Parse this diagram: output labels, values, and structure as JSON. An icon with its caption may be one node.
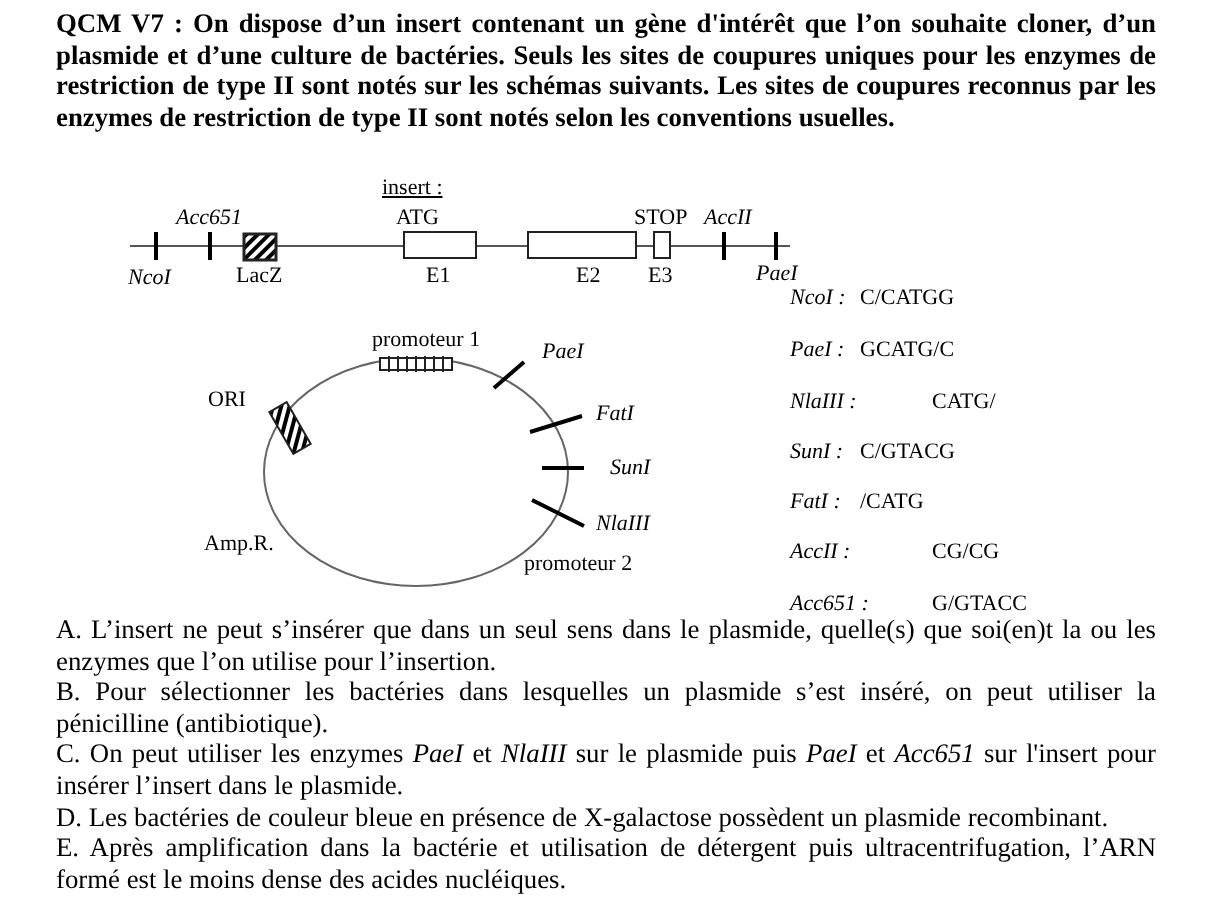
{
  "diagram": {
    "title": "QCM V7 : On dispose d’un insert contenant un gène d'intérêt que l’on souhaite cloner, d’un plasmide et d’une culture de bactéries. Seuls les sites de coupures uniques pour les enzymes de restriction de type II sont notés sur les schémas suivants. Les sites de coupures reconnus par les enzymes de restriction de type II sont notés selon les conventions usuelles.",
    "nodes": [
      {
        "text": [
          "LacZ"
        ]
      },
      {
        "text": [
          "E1"
        ],
        "beside": [
          "ATG"
        ]
      },
      {
        "text": [
          "E2"
        ]
      },
      {
        "text": [
          "E3"
        ],
        "beside": [
          "STOP"
        ]
      },
      {
        "text": [
          "promoteur 1"
        ]
      },
      {
        "text": [
          "ORI"
        ]
      }
    ],
    "labels": [
      "insert :",
      "Acc651",
      "AccII",
      "NcoI",
      "PaeI",
      "PaeI",
      "FatI",
      "SunI",
      "NlaIII",
      "Amp.R.",
      "promoteur 2",
      "NcoI :",
      "C/CATGG",
      "PaeI :",
      "GCATG/C",
      "NlaIII :",
      "CATG/",
      "SunI :",
      "C/GTACG",
      "FatI :",
      "/CATG",
      "AccII :",
      "CG/CG",
      "Acc651 :",
      "G/GTACC",
      "A. L’insert ne peut s’insérer que dans un seul sens dans le plasmide, quelle(s) que soi(en)t la ou les enzymes que l’on utilise pour l’insertion.",
      "B. Pour sélectionner les bactéries dans lesquelles un plasmide s’est inséré, on peut utiliser la pénicilline (antibiotique).",
      "C. On peut utiliser les enzymes *PaeI* et *NlaIII* sur le plasmide puis *PaeI* et *Acc651* sur l'insert pour insérer l’insert dans le plasmide.",
      "D. Les bactéries de couleur bleue en présence de X-galactose possèdent un plasmide recombinant.",
      "E. Après amplification dans la bactérie et utilisation de détergent puis ultracentrifugation, l’ARN formé est le moins dense des acides nucléiques."
    ]
  }
}
